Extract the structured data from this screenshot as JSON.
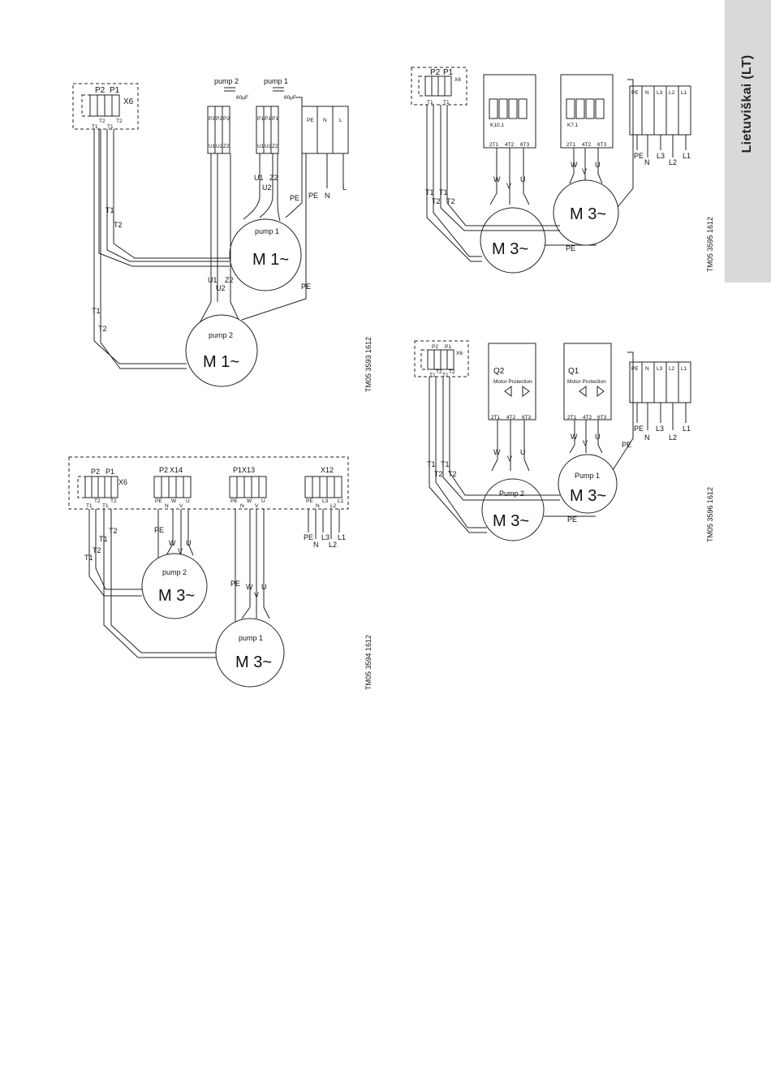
{
  "side_tab": {
    "label": "Lietuviškai (LT)",
    "color": "#d9d9d9"
  },
  "d1": {
    "code": "TM05 3593 1612",
    "x6": "X6",
    "p2": "P2",
    "p1": "P1",
    "pump2": "pump 2",
    "pump1": "pump 1",
    "cap": "60µF",
    "t1": "T1",
    "t2": "T2",
    "u1": "U1",
    "u2": "U2",
    "z2": "Z2",
    "pe": "PE",
    "n": "N",
    "l": "L",
    "m1": "M 1~"
  },
  "d2": {
    "code": "TM05 3594 1612",
    "x6": "X6",
    "x14": "X14",
    "x13": "X13",
    "x12": "X12",
    "p2": "P2",
    "p1": "P1",
    "t1": "T1",
    "t2": "T2",
    "pe": "PE",
    "n": "N",
    "w": "W",
    "v": "V",
    "u": "U",
    "l1": "L1",
    "l2": "L2",
    "l3": "L3",
    "pump2": "pump 2",
    "pump1": "pump 1",
    "m3": "M 3~"
  },
  "d3": {
    "code": "TM05 3595 1612",
    "x6": "X6",
    "p2": "P2",
    "p1": "P1",
    "k10": "K10.1",
    "k7": "K7.1",
    "t2t1": "2T1",
    "t4t2": "4T2",
    "t6t3": "6T3",
    "t1": "T1",
    "t2": "T2",
    "w": "W",
    "v": "V",
    "u": "U",
    "pe": "PE",
    "n": "N",
    "l1": "L1",
    "l2": "L2",
    "l3": "L3",
    "m3": "M 3~"
  },
  "d4": {
    "code": "TM05 3596 1612",
    "x6": "X6",
    "p2": "P2",
    "p1": "P1",
    "q2": "Q2",
    "q1": "Q1",
    "mp": "Motor Protection",
    "t2t1": "2T1",
    "t4t2": "4T2",
    "t6t3": "6T3",
    "t1": "T1",
    "t2": "T2",
    "w": "W",
    "v": "V",
    "u": "U",
    "pe": "PE",
    "n": "N",
    "l1": "L1",
    "l2": "L2",
    "l3": "L3",
    "pump2": "Pump 2",
    "pump1": "Pump 1",
    "m3": "M 3~"
  }
}
